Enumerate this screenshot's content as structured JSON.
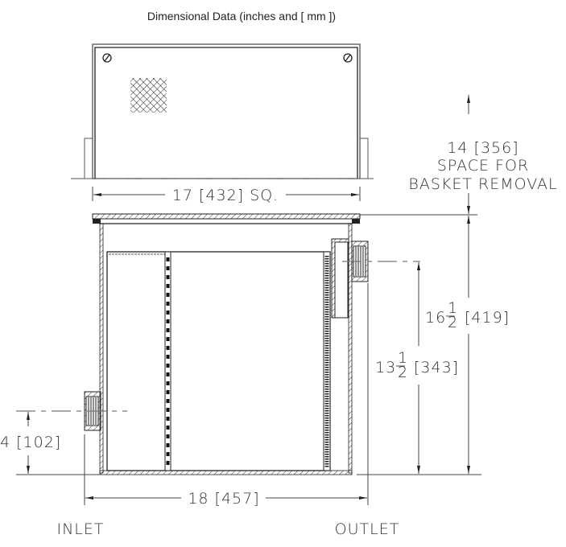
{
  "title": "Dimensional Data (inches and [ mm ])",
  "dimensions": {
    "cover_width": "17 [432] SQ.",
    "removal_space": {
      "line1": "14 [356]",
      "line2": "SPACE FOR",
      "line3": "BASKET REMOVAL"
    },
    "overall_height": {
      "whole": "16",
      "num": "1",
      "den": "2",
      "mm": "[419]"
    },
    "outlet_height": {
      "whole": "13",
      "num": "1",
      "den": "2",
      "mm": "[343]"
    },
    "inlet_height": "4 [102]",
    "overall_width": "18 [457]"
  },
  "labels": {
    "inlet": "INLET",
    "outlet": "OUTLET"
  }
}
